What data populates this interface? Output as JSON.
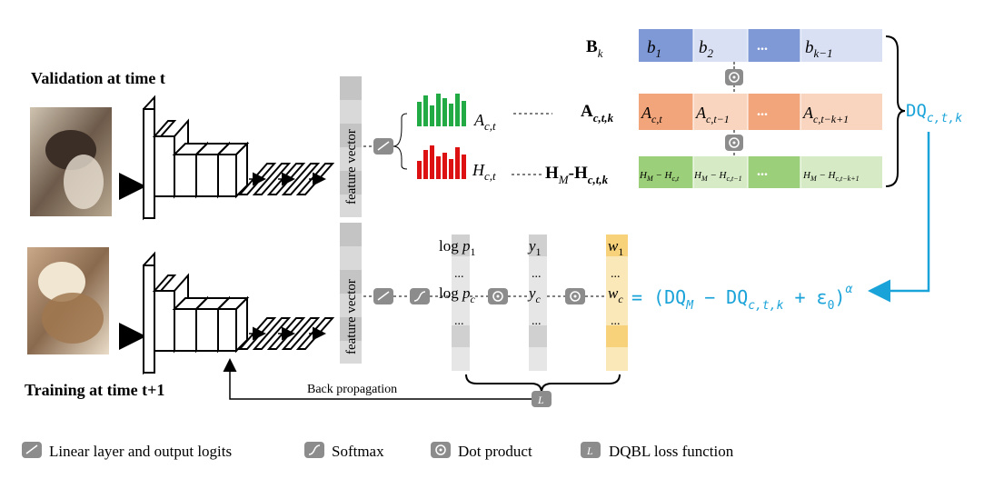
{
  "colors": {
    "b_row": "#7f98d6",
    "b_row_light": "#d9e0f4",
    "a_row": "#f2a47a",
    "a_row_light": "#f9d5bf",
    "h_row": "#9ccf79",
    "h_row_light": "#d6ebc5",
    "w_column": "#f7d27a",
    "w_column_light": "#fbe8b8",
    "accent_blue": "#1aa3d9",
    "green_bars": "#22aa44",
    "red_bars": "#dd1111",
    "grey_box": "#8c8c8c",
    "feature_grey": "#c8c8c8"
  },
  "labels": {
    "validation": "Validation at time t",
    "training": "Training at time t+1",
    "feature_vector_top": "feature vector",
    "feature_vector_bottom": "feature vector",
    "a_ct": "A_{c,t}",
    "h_ct": "H_{c,t}",
    "b_k": "B_k",
    "a_ctk": "A_{c,t,k}",
    "hm_hctk": "H_M-H_{c,t,k}",
    "dq_ctk": "DQ_{c,t,k}",
    "back_propagation": "Back propagation",
    "formula": "= (DQ_M − DQ_{c,t,k} + ε_0)^α"
  },
  "b_row_cells": [
    "b_1",
    "b_2",
    "...",
    "b_{k−1}"
  ],
  "a_row_cells": [
    "A_{c,t}",
    "A_{c,t−1}",
    "...",
    "A_{c,t−k+1}"
  ],
  "h_row_cells": [
    "H_M − H_{c,t}",
    "H_M − H_{c,t−1}",
    "...",
    "H_M − H_{c,t−k+1}"
  ],
  "logp_column": [
    "log p_1",
    "...",
    "log p_c",
    "..."
  ],
  "y_column": [
    "y_1",
    "...",
    "y_c",
    "..."
  ],
  "w_column": [
    "w_1",
    "...",
    "w_c",
    "..."
  ],
  "legend": [
    {
      "icon": "linear-layer-icon",
      "label": "Linear layer and output logits"
    },
    {
      "icon": "softmax-icon",
      "label": "Softmax"
    },
    {
      "icon": "dot-product-icon",
      "label": "Dot product"
    },
    {
      "icon": "loss-icon",
      "label": "DQBL loss function"
    }
  ]
}
